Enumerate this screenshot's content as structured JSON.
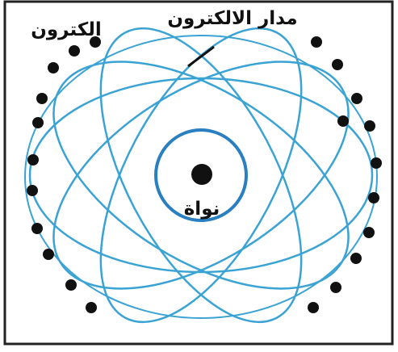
{
  "labels": {
    "electron": "الكترون",
    "orbit": "مدار الالكترون",
    "nucleus": "نواة"
  },
  "colors": {
    "orbit": "#3aa3d4",
    "inner_orbit": "#2a7fc0",
    "electron": "#111111",
    "nucleus": "#111111",
    "frame": "#222222"
  },
  "orbit_count": 5,
  "electron_count": 22
}
